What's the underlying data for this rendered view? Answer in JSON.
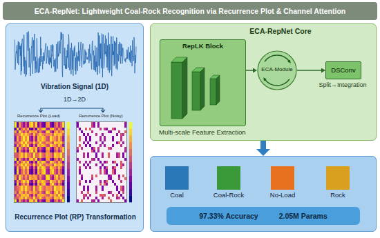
{
  "diagram": {
    "title": "ECA-RepNet: Lightweight Coal-Rock Recognition via Recurrence Plot & Channel Attention",
    "nodes": [
      {
        "text": [
          "Recurrence Plot (RP) Transformation"
        ]
      },
      {
        "text": [
          "ECA-RepNet Core",
          "Multi-scale Feature Extraction"
        ]
      },
      {
        "text": [
          "RepLK Block"
        ],
        "in": 1
      },
      {
        "text": [
          "ECA-Module"
        ],
        "in": 1
      },
      {
        "text": [
          "DSConv"
        ],
        "in": 1
      },
      {
        "text": []
      },
      {
        "text": [
          "Coal"
        ],
        "in": 5
      },
      {
        "text": [
          "Coal-Rock"
        ],
        "in": 5
      },
      {
        "text": [
          "No-Load"
        ],
        "in": 5
      },
      {
        "text": [
          "Rock"
        ],
        "in": 5
      },
      {
        "text": [
          "97.33% Accuracy",
          "2.05M Params"
        ],
        "in": 5
      }
    ],
    "edges": [
      {
        "from": 2,
        "to": 3,
        "arrow": "to"
      },
      {
        "from": 3,
        "to": 4,
        "arrow": "to"
      },
      {
        "from": 1,
        "to": 5,
        "arrow": "to"
      }
    ],
    "labels": [
      "Vibration Signal (1D)",
      "1D→2D",
      "Recurrence Plot (Load)",
      "Recurrence Plot (Noisy)",
      "Split→Integration"
    ]
  }
}
